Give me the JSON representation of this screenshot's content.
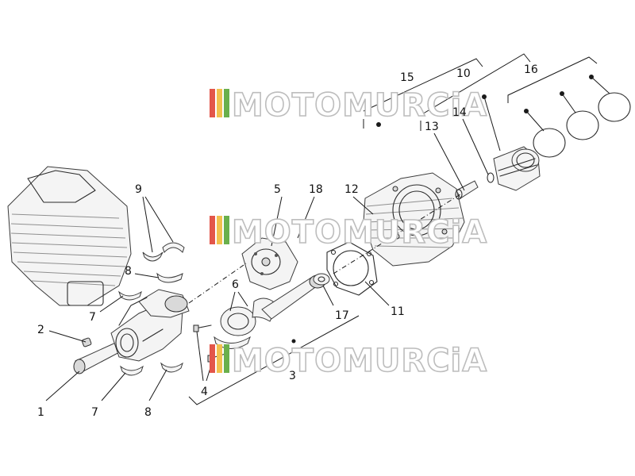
{
  "watermark": {
    "text": "MOTOMURCiA"
  },
  "callouts": {
    "c1": "1",
    "c2": "2",
    "c3": "3",
    "c4": "4",
    "c5": "5",
    "c6": "6",
    "c7a": "7",
    "c7b": "7",
    "c8a": "8",
    "c8b": "8",
    "c9": "9",
    "c10": "10",
    "c11": "11",
    "c12": "12",
    "c13": "13",
    "c14": "14",
    "c15": "15",
    "c16": "16",
    "c17": "17",
    "c18": "18"
  },
  "colors": {
    "ink": "#1a1a1a",
    "watermark_stripe_1": "#e3564a",
    "watermark_stripe_2": "#f2c14e",
    "watermark_stripe_3": "#6ab04c",
    "watermark_outline": "#bdbdbd"
  }
}
